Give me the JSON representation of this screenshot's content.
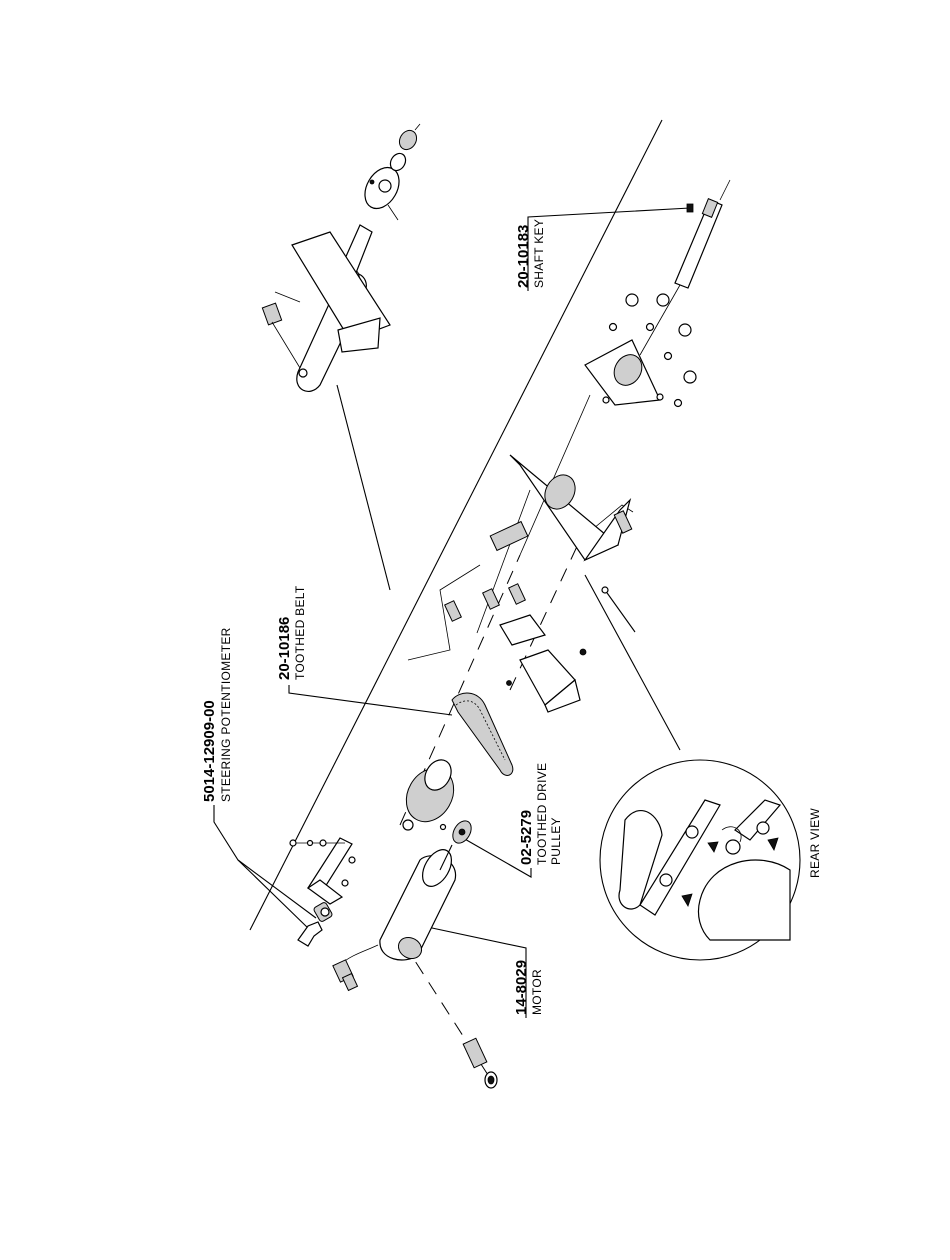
{
  "callouts": [
    {
      "id": "steering-pot",
      "part_number": "5014-12909-00",
      "description": "STEERING POTENTIOMETER"
    },
    {
      "id": "toothed-belt",
      "part_number": "20-10186",
      "description": "TOOTHED BELT"
    },
    {
      "id": "toothed-pulley",
      "part_number": "02-5279",
      "description": "TOOTHED DRIVE",
      "description2": "PULLEY"
    },
    {
      "id": "motor",
      "part_number": "14-8029",
      "description": "MOTOR"
    },
    {
      "id": "shaft-key",
      "part_number": "20-10183",
      "description": "SHAFT KEY"
    }
  ],
  "rear_view": {
    "label": "REAR VIEW"
  }
}
